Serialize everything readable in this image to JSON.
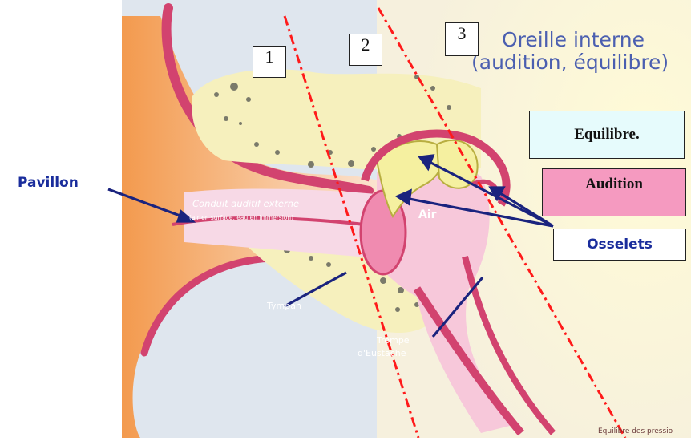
{
  "title_line1": "Oreille interne",
  "title_line2": "(audition, équilibre)",
  "zones": [
    "1",
    "2",
    "3"
  ],
  "labels": {
    "pavillon": "Pavillon",
    "equilibre": "Equilibre.",
    "audition": "Audition",
    "osselets": "Osselets",
    "conduit": "Conduit auditif externe",
    "conduit_sub": "(air en surface, eau en immersion)",
    "air": "Air",
    "tympan": "Tympan",
    "trompe1": "Trompe",
    "trompe2": "d'Eustache",
    "equilibre_pression": "Equilibre des pressio"
  },
  "colors": {
    "pink_tissue": "#d2436f",
    "light_pink": "#f7d9e6",
    "bone": "#f6f0bd",
    "inner_glow": "#fff8c8",
    "divider": "#ff1a1a",
    "arrow": "#1a237e",
    "equilibre_box": "#e6fbfc",
    "audition_box": "#f59ac0"
  }
}
